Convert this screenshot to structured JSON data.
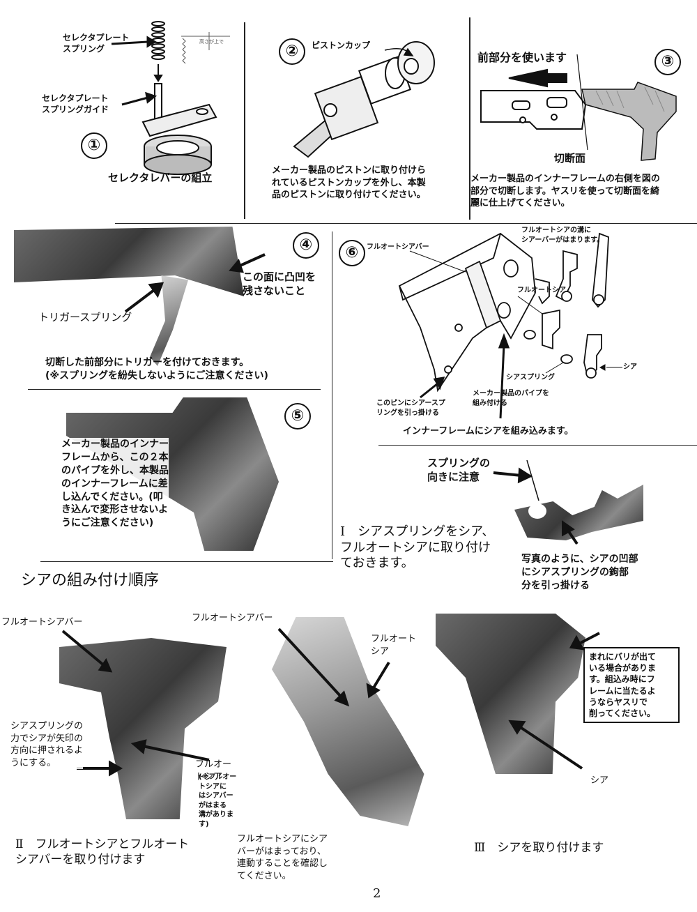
{
  "step1": {
    "number": "①",
    "label_spring": "セレクタプレート\nスプリング",
    "label_guide": "セレクタプレート\nスプリングガイド",
    "caption": "セレクタレバーの組立"
  },
  "step2": {
    "number": "②",
    "label_cup": "ピストンカップ",
    "caption": "メーカー製品のピストンに取り付けら\nれているピストンカップを外し、本製\n品のピストンに取り付けてください。"
  },
  "step3": {
    "number": "③",
    "label_front": "前部分を使います",
    "label_cut": "切断面",
    "caption": "メーカー製品のインナーフレームの右側を図の\n部分で切断します。ヤスリを使って切断面を綺\n麗に仕上げてください。"
  },
  "step4": {
    "number": "④",
    "label_surface": "この面に凸凹を\n残さないこと",
    "label_trigger_spring": "トリガースプリング",
    "caption": "切断した前部分にトリガーを付けておきます。\n(※スプリングを紛失しないようにご注意ください)"
  },
  "step5": {
    "number": "⑤",
    "caption": "メーカー製品のインナー\nフレームから、この２本\nのパイプを外し、本製品\nのインナーフレームに差\nし込んでください。(叩\nき込んで変形させないよ\nうにご注意ください)"
  },
  "step6": {
    "number": "⑥",
    "label_fa_bar": "フルオートシアバー",
    "label_groove": "フルオートシアの溝に\nシアーバーがはまります。",
    "label_fa_sear": "フルオートシア",
    "label_sear_spring": "シアスプリング",
    "label_sear": "シア",
    "label_pin": "このピンにシアースプ\nリングを引っ掛ける",
    "label_pipe": "メーカー製品のパイプを\n組み付ける",
    "caption": "インナーフレームにシアを組み込みます。"
  },
  "step_I": {
    "label_orientation": "スプリングの\n向きに注意",
    "text": "Ⅰ　シアスプリングをシア、\nフルオートシアに取り付け\nておきます。",
    "photo_note": "写真のように、シアの凹部\nにシアスプリングの鉤部\n分を引っ掛ける"
  },
  "section_title": "シアの組み付け順序",
  "step_II": {
    "label_fa_bar": "フルオートシアバー",
    "label_spring_force": "シアスプリングの\n力でシアが矢印の\n方向に押されるよ\nうにする。",
    "label_fa_sear": "フルオートシア",
    "label_groove_note": "(※フルオートシアに\nはシアバーがはまる\n溝があります)",
    "text": "Ⅱ　フルオートシアとフルオート\nシアバーを取り付けます"
  },
  "step_middle": {
    "label_fa_bar": "フルオートシアバー",
    "label_fa_sear": "フルオート\nシア",
    "caption": "フルオートシアにシア\nバーがはまっており、\n連動することを確認し\nてください。"
  },
  "step_III": {
    "burr_note": "まれにバリが出て\nいる場合がありま\nす。組込み時にフ\nレームに当たるよ\nうならヤスリで\n削ってください。",
    "label_sear": "シア",
    "text": "Ⅲ　シアを取り付けます"
  },
  "page_number": "2"
}
